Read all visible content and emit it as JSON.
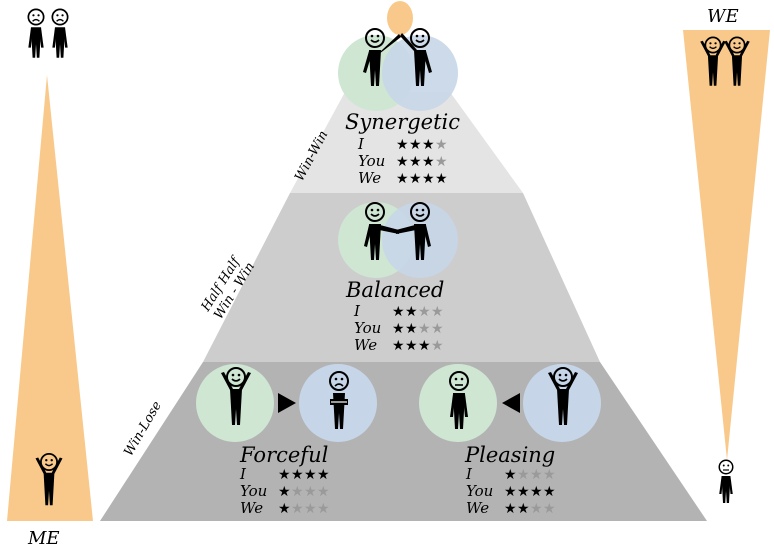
{
  "left_pole": {
    "bottom_label": "ME"
  },
  "right_pole": {
    "top_label": "WE"
  },
  "side_labels": {
    "win_win": "Win-Win",
    "half_half_line1": "Half Half",
    "half_half_line2": "Win - Win",
    "win_lose": "Win-Lose"
  },
  "row_labels": {
    "i": "I",
    "you": "You",
    "we": "We"
  },
  "styles": [
    {
      "key": "synergetic",
      "title": "Synergetic",
      "ratings": {
        "i": 3,
        "you": 3,
        "we": 4
      }
    },
    {
      "key": "balanced",
      "title": "Balanced",
      "ratings": {
        "i": 2,
        "you": 2,
        "we": 3
      }
    },
    {
      "key": "forceful",
      "title": "Forceful",
      "ratings": {
        "i": 4,
        "you": 1,
        "we": 1
      }
    },
    {
      "key": "pleasing",
      "title": "Pleasing",
      "ratings": {
        "i": 1,
        "you": 4,
        "we": 2
      }
    }
  ],
  "colors": {
    "tier_top": "#e4e4e4",
    "tier_mid": "#cdcdcd",
    "tier_bottom": "#b3b3b3",
    "orange": "#f9c98b",
    "green_circle": "#cfe6d3",
    "blue_circle": "#c6d6e8",
    "star_on": "#000000",
    "star_off": "#9a9a9a"
  }
}
